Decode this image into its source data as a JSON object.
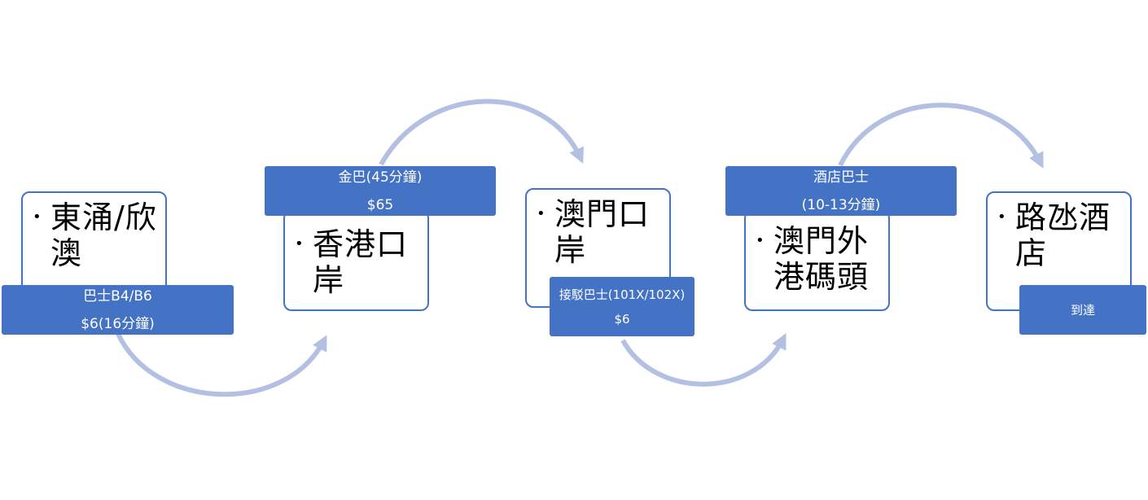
{
  "colors": {
    "box_border": "#4472c4",
    "tag_fill": "#4472c4",
    "arrow": "#b4c0e1"
  },
  "stations": [
    {
      "name": "東涌/欣澳"
    },
    {
      "name": "香港口岸"
    },
    {
      "name": "澳門口岸"
    },
    {
      "name": "澳門外港碼頭"
    },
    {
      "name": "路氹酒店"
    }
  ],
  "transports": [
    {
      "line1": "巴士B4/B6",
      "line2": "$6(16分鐘)"
    },
    {
      "line1": "金巴(45分鐘)",
      "line2": "$65"
    },
    {
      "line1": "接駁巴士(101X/102X)",
      "line2": "$6"
    },
    {
      "line1": "酒店巴士",
      "line2": "(10-13分鐘)"
    },
    {
      "line1": "到達",
      "line2": ""
    }
  ],
  "bullet_glyph": "•"
}
